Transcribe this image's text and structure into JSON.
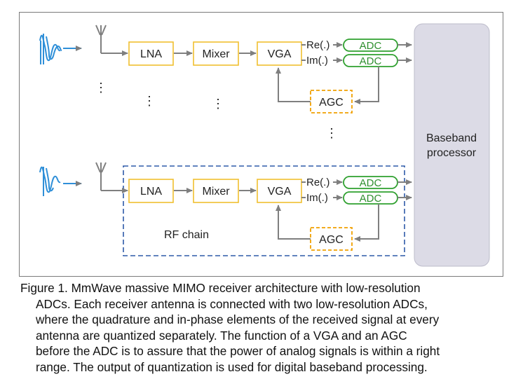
{
  "diagram": {
    "blocks": {
      "lna": "LNA",
      "mixer": "Mixer",
      "vga": "VGA",
      "agc": "AGC",
      "adc": "ADC",
      "baseband_line1": "Baseband",
      "baseband_line2": "processor"
    },
    "signals": {
      "re": "Re(.)",
      "im": "Im(.)"
    },
    "rf_chain_label": "RF chain",
    "ellipsis": "⋮",
    "colors": {
      "block_border": "#f0c030",
      "adc_border": "#2fa02f",
      "arrow": "#7f7f7f",
      "wave": "#2f8fd8",
      "rf_chain_border": "#2e5aa8",
      "baseband_fill": "#dcdbe6"
    }
  },
  "caption": {
    "label": "Figure 1.",
    "line1": "MmWave massive MIMO receiver architecture with low-resolution",
    "line2": "ADCs. Each receiver antenna is connected with two low-resolution ADCs,",
    "line3": "where the quadrature and in-phase elements of the received signal at every",
    "line4": "antenna are quantized separately. The function of a VGA and an AGC",
    "line5": "before the ADC is to assure that the power of analog signals is within a right",
    "line6": "range. The output of quantization is used for digital baseband processing."
  }
}
